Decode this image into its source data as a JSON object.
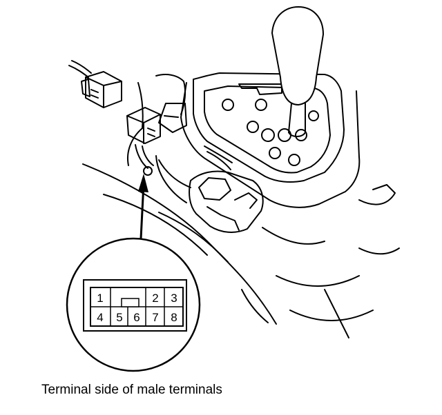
{
  "caption": "Terminal side of male terminals",
  "connector": {
    "pins": [
      "1",
      "2",
      "3",
      "4",
      "5",
      "6",
      "7",
      "8"
    ]
  },
  "colors": {
    "line": "#000000",
    "background": "#ffffff"
  }
}
